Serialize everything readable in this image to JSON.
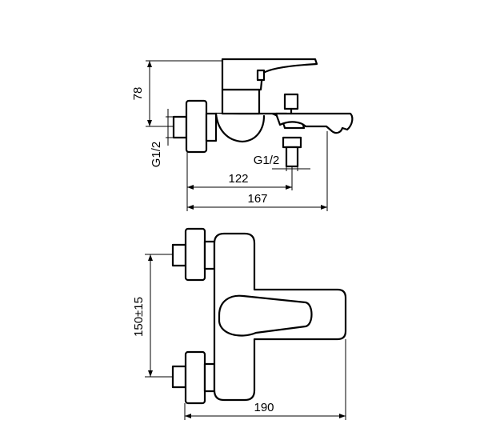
{
  "drawing": {
    "dimensions": {
      "height_78": "78",
      "thread_inlet": "G1/2",
      "thread_outlet": "G1/2",
      "spout_122": "122",
      "depth_167": "167",
      "centers_150": "150±15",
      "width_190": "190"
    }
  }
}
